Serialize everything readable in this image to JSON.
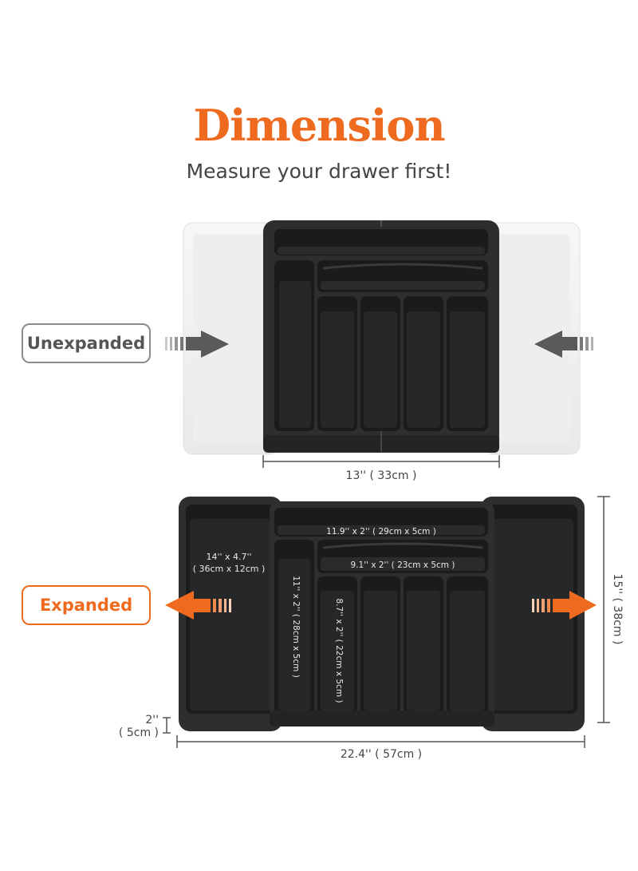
{
  "header": {
    "title": "Dimension",
    "subtitle": "Measure your drawer first!"
  },
  "states": {
    "unexpanded_label": "Unexpanded",
    "expanded_label": "Expanded"
  },
  "dimensions": {
    "unexpanded_width": "13'' ( 33cm )",
    "expanded_width": "22.4'' ( 57cm )",
    "depth": "15'' ( 38cm )",
    "height_in": "2''",
    "height_cm": "( 5cm )"
  },
  "compartments": {
    "side_line1": "14'' x 4.7''",
    "side_line2": "( 36cm x 12cm )",
    "top_long": "11.9'' x 2'' ( 29cm x 5cm )",
    "mid_long": "9.1'' x 2'' ( 23cm x 5cm )",
    "left_vertical": "11'' x 2'' ( 28cm x 5cm )",
    "small_vertical": "8.7'' x 2'' ( 22cm x 5cm )"
  },
  "colors": {
    "accent": "#ee6a1f",
    "tray": "#2d2e30",
    "slot": "#1a1b1d",
    "ghost": "#f1f1f1",
    "gray_arrow": "#5a5a5a"
  }
}
